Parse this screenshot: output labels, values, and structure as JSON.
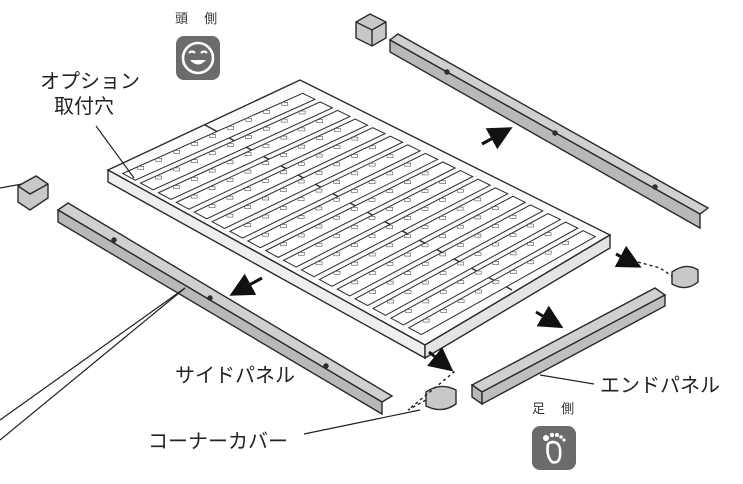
{
  "labels": {
    "head_side": "頭 側",
    "option_holes_line1": "オプション",
    "option_holes_line2": "取付穴",
    "side_panel": "サイドパネル",
    "end_panel": "エンドパネル",
    "corner_cover": "コーナーカバー",
    "foot_side": "足 側"
  },
  "icons": {
    "head_badge": "smiley-face-icon",
    "foot_badge": "footprint-icon"
  },
  "colors": {
    "panel_fill": "#b8b8b8",
    "line": "#2a2a2a",
    "badge_bg": "#6b6b6b"
  }
}
